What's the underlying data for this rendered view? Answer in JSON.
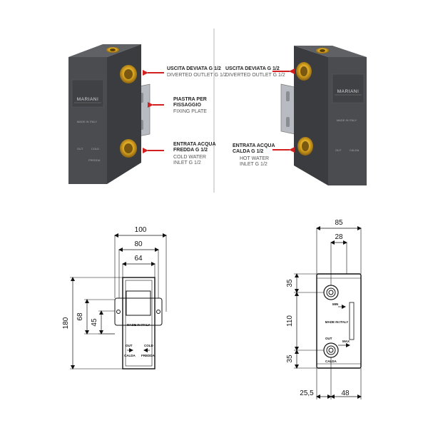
{
  "brand": "MARIANI",
  "colors": {
    "box_body": "#4a4c50",
    "box_top": "#5f6165",
    "box_side": "#3a3c3f",
    "brass": "#d9a520",
    "arrow": "#d22020",
    "plate": "#b8bcc2"
  },
  "top_left": {
    "labels": [
      {
        "it": [
          "USCITA DEVIATA G 1/2"
        ],
        "en": [
          "DIVERTED OUTLET G 1/2"
        ]
      },
      {
        "it": [
          "PIASTRA PER",
          "FISSAGGIO"
        ],
        "en": [
          "FIXING PLATE"
        ]
      },
      {
        "it": [
          "ENTRATA ACQUA",
          "FREDDA G 1/2"
        ],
        "en": [
          "COLD WATER",
          "INLET G 1/2"
        ]
      }
    ]
  },
  "top_right": {
    "labels": [
      {
        "it": [
          "USCITA DEVIATA G 1/2"
        ],
        "en": [
          "DIVERTED OUTLET G 1/2"
        ]
      },
      {
        "it": [
          "ENTRATA ACQUA",
          "CALDA G 1/2"
        ],
        "en": [
          "HOT WATER",
          "INLET G 1/2"
        ]
      }
    ]
  },
  "body_text": {
    "made_in_italy": "MADE IN ITALY",
    "out": "OUT",
    "cold": "COLD",
    "fredda": "FREDDA",
    "calda": "CALDA",
    "min": "MIN",
    "max": "MAX"
  },
  "front_view": {
    "width_dims": [
      "100",
      "80",
      "64"
    ],
    "height_dims": [
      "180",
      "68",
      "45"
    ]
  },
  "side_view": {
    "width_dims": [
      "85",
      "28"
    ],
    "height_dims": [
      "35",
      "110",
      "35"
    ],
    "bottom_dims": [
      "25,5",
      "48"
    ]
  }
}
